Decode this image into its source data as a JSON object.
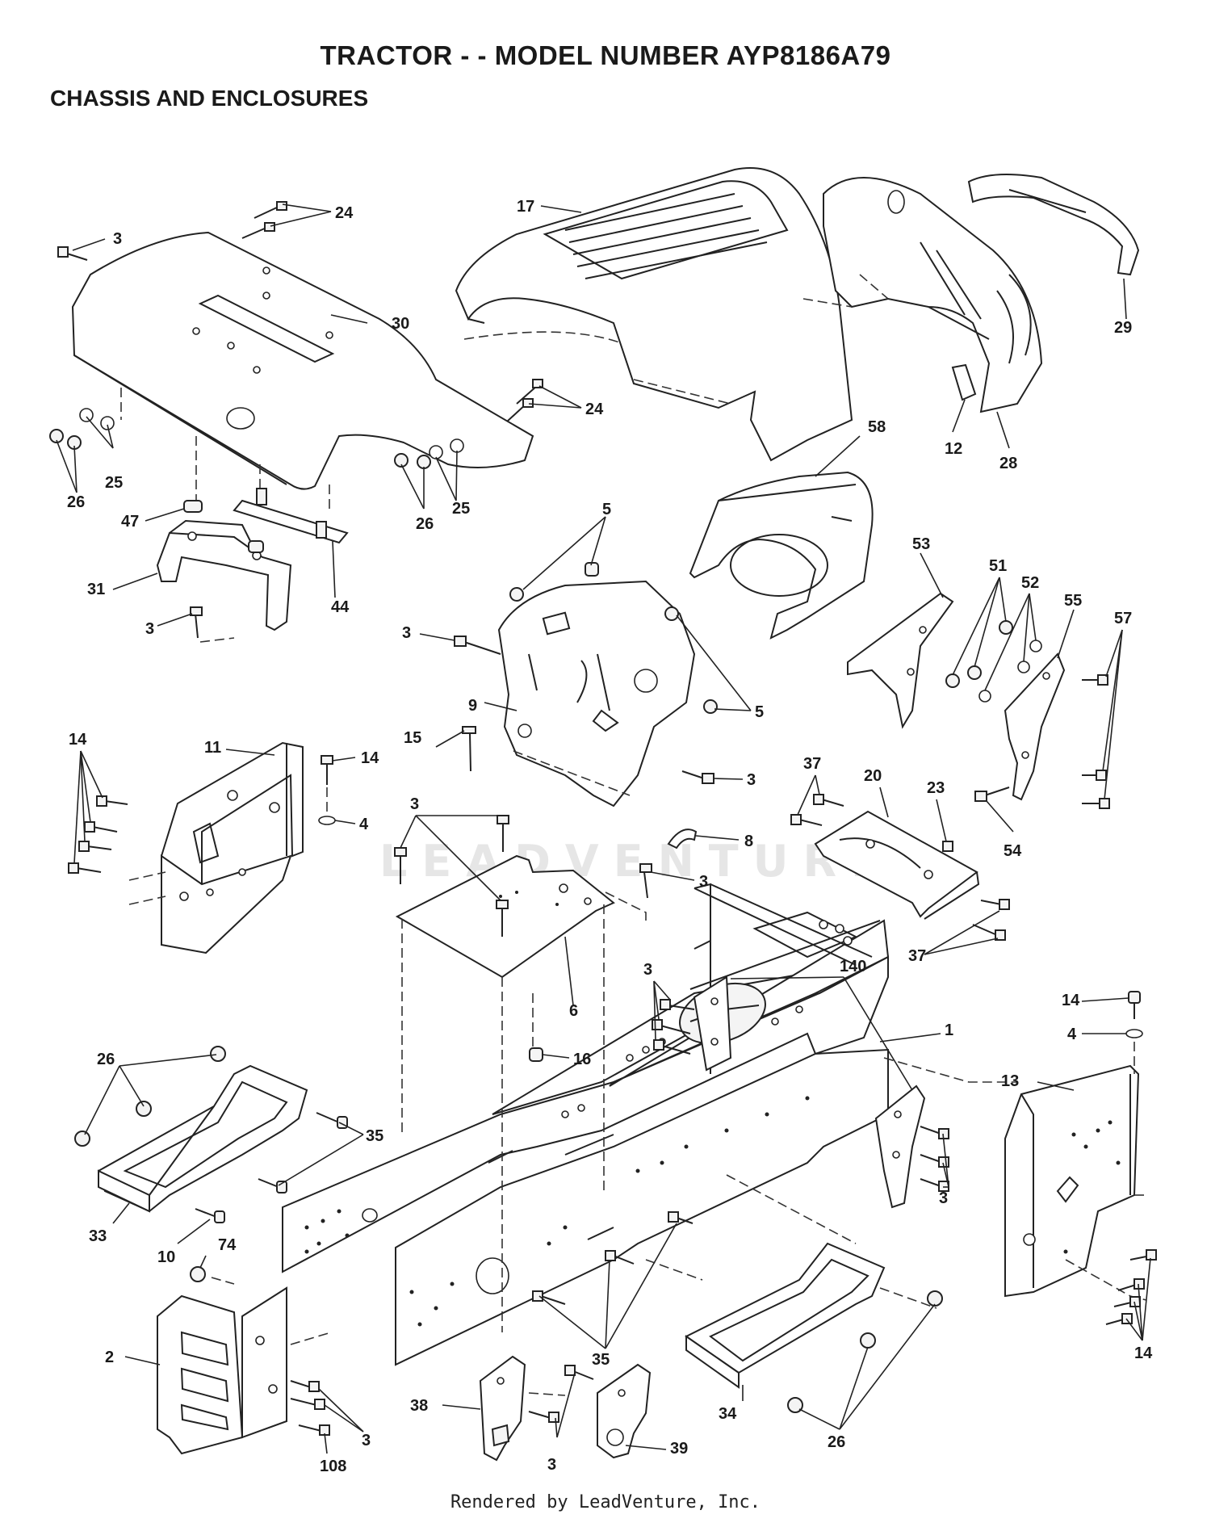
{
  "header": {
    "title": "TRACTOR - - MODEL NUMBER AYP8186A79",
    "subtitle": "CHASSIS AND ENCLOSURES"
  },
  "watermark": "LEADVENTURE",
  "footer": "Rendered by LeadVenture, Inc.",
  "callouts": {
    "c_3a": "3",
    "c_24a": "24",
    "c_30": "30",
    "c_26a": "26",
    "c_25a": "25",
    "c_24b": "24",
    "c_26b": "26",
    "c_25b": "25",
    "c_47": "47",
    "c_31": "31",
    "c_44": "44",
    "c_3b": "3",
    "c_17": "17",
    "c_29": "29",
    "c_12": "12",
    "c_28": "28",
    "c_58": "58",
    "c_5a": "5",
    "c_3c": "3",
    "c_9": "9",
    "c_5b": "5",
    "c_15": "15",
    "c_3d": "3",
    "c_53": "53",
    "c_51": "51",
    "c_52": "52",
    "c_55": "55",
    "c_57": "57",
    "c_54": "54",
    "c_11": "11",
    "c_14a": "14",
    "c_14b": "14",
    "c_4a": "4",
    "c_37a": "37",
    "c_20": "20",
    "c_23": "23",
    "c_37b": "37",
    "c_3e": "3",
    "c_8": "8",
    "c_3f": "3",
    "c_6": "6",
    "c_16": "16",
    "c_3g": "3",
    "c_140": "140",
    "c_1": "1",
    "c_14c": "14",
    "c_4b": "4",
    "c_13": "13",
    "c_26c": "26",
    "c_35a": "35",
    "c_33": "33",
    "c_10": "10",
    "c_74": "74",
    "c_2": "2",
    "c_3h": "3",
    "c_108": "108",
    "c_3i": "3",
    "c_38": "38",
    "c_3j": "3",
    "c_35b": "35",
    "c_39": "39",
    "c_34": "34",
    "c_26d": "26",
    "c_14d": "14"
  }
}
